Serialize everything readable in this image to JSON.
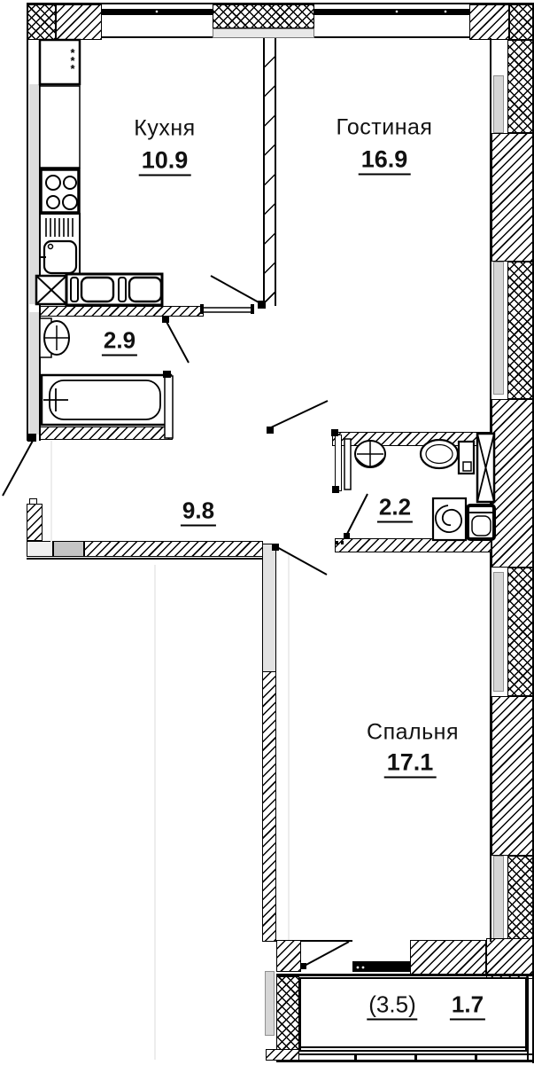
{
  "rooms": {
    "kitchen": {
      "name": "Кухня",
      "area": "10.9"
    },
    "living_room": {
      "name": "Гостиная",
      "area": "16.9"
    },
    "bathroom": {
      "area": "2.9"
    },
    "hallway": {
      "area": "9.8"
    },
    "toilet": {
      "area": "2.2"
    },
    "bedroom": {
      "name": "Спальня",
      "area": "17.1"
    },
    "balcony": {
      "area_total": "(3.5)",
      "area_counted": "1.7"
    }
  },
  "fixtures": {
    "kitchen": [
      "fridge",
      "tall-cabinet",
      "stove-4-burners",
      "sink-with-drainboard",
      "vent-shaft",
      "counter-modules"
    ],
    "bathroom": [
      "washbasin",
      "bathtub"
    ],
    "toilet": [
      "washbasin",
      "wc-toilet",
      "duct-shaft",
      "washing-machine",
      "water-heater"
    ]
  },
  "colors": {
    "wall_line": "#000000",
    "insulation_fill": "#d6d6d6",
    "background": "#ffffff"
  }
}
